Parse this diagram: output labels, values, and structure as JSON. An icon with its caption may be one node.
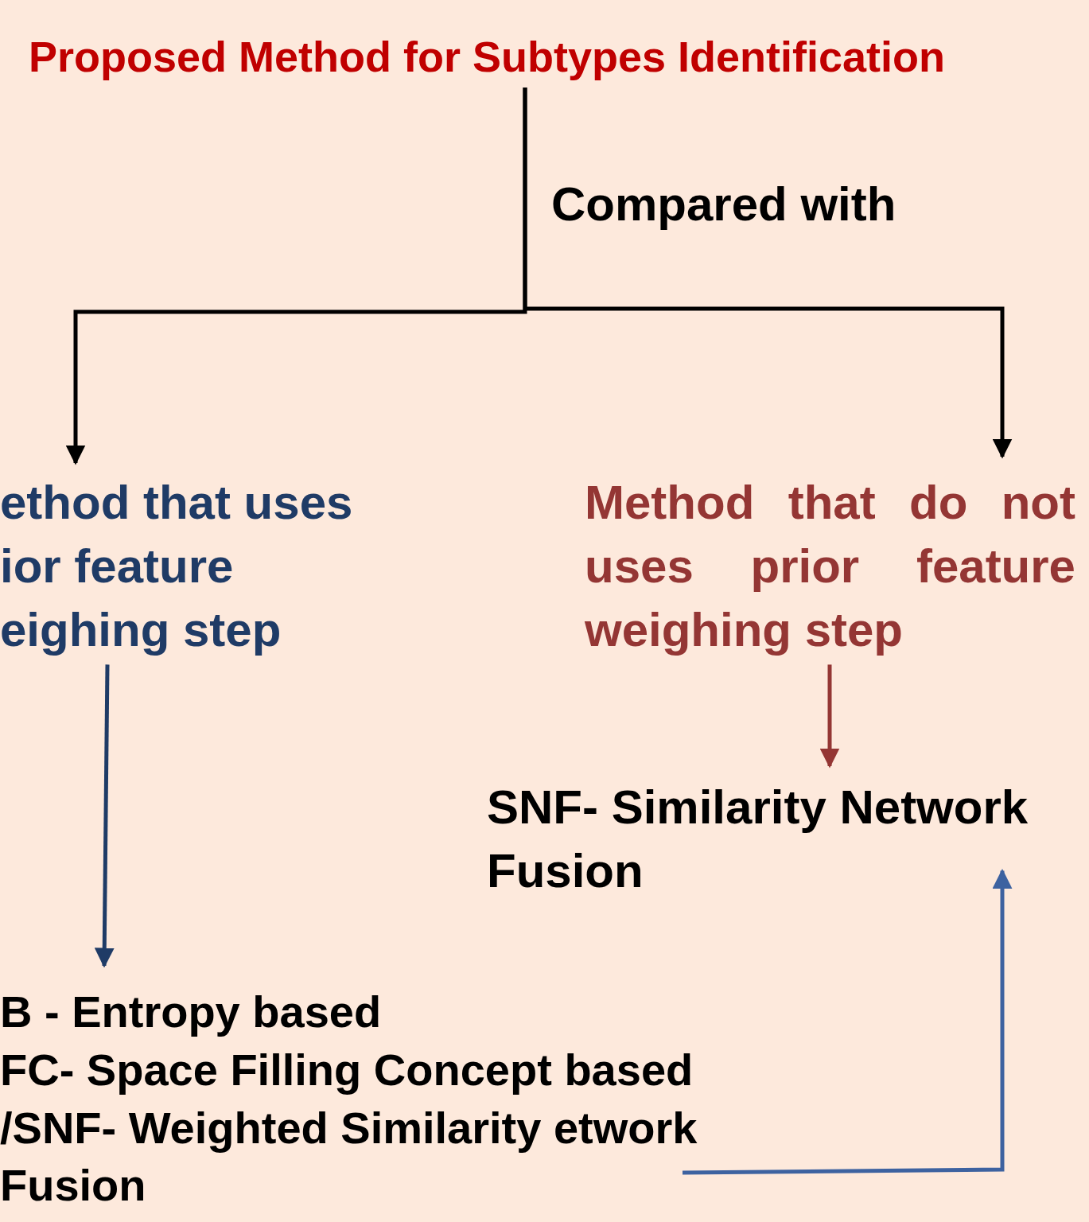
{
  "diagram": {
    "nodes": [
      {
        "text": [
          "Proposed Method for Subtypes Identification"
        ]
      },
      {
        "text": [
          "ethod that uses ior feature eighing step"
        ]
      },
      {
        "text": [
          "Method that do not uses prior feature weighing step"
        ]
      },
      {
        "text": [
          "SNF- Similarity Network Fusion"
        ]
      },
      {
        "text": [
          "B - Entropy based",
          "FC- Space Filling Concept based",
          "/SNF- Weighted Similarity etwork Fusion"
        ]
      }
    ],
    "edges": [
      {
        "from": 0,
        "to": 1,
        "arrow": "to",
        "label": "Compared with"
      },
      {
        "from": 0,
        "to": 2,
        "arrow": "to"
      },
      {
        "from": 1,
        "to": 4,
        "arrow": "to",
        "color": "#1f3b66"
      },
      {
        "from": 2,
        "to": 3,
        "arrow": "to",
        "color": "#943634"
      },
      {
        "from": 4,
        "to": 3,
        "arrow": "to",
        "color": "#3d62a0"
      }
    ]
  }
}
